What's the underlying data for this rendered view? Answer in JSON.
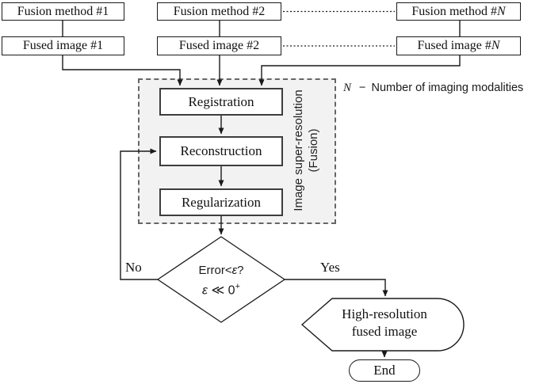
{
  "columns": [
    {
      "method": "Fusion method #1",
      "image": "Fused image #1"
    },
    {
      "method": "Fusion method #2",
      "image": "Fused image #2"
    },
    {
      "method_prefix": "Fusion method #",
      "image_prefix": "Fused image #",
      "var": "N"
    }
  ],
  "pipeline": {
    "steps": [
      "Registration",
      "Reconstruction",
      "Regularization"
    ],
    "container_label_line1": "Image super-resolution",
    "container_label_line2": "(Fusion)"
  },
  "note": {
    "var": "N",
    "dash": "−",
    "text": "Number of imaging modalities"
  },
  "decision": {
    "line1_prefix": "Error<",
    "epsilon": "ε",
    "line1_suffix": "?",
    "line2_operator": " ≪ 0",
    "line2_superscript": "+",
    "no_label": "No",
    "yes_label": "Yes"
  },
  "output": {
    "line1": "High-resolution",
    "line2": "fused image"
  },
  "terminal": {
    "end_label": "End"
  },
  "colors": {
    "line": "#1a1a1a",
    "container_fill": "#f2f2f2",
    "container_border": "#666666"
  }
}
